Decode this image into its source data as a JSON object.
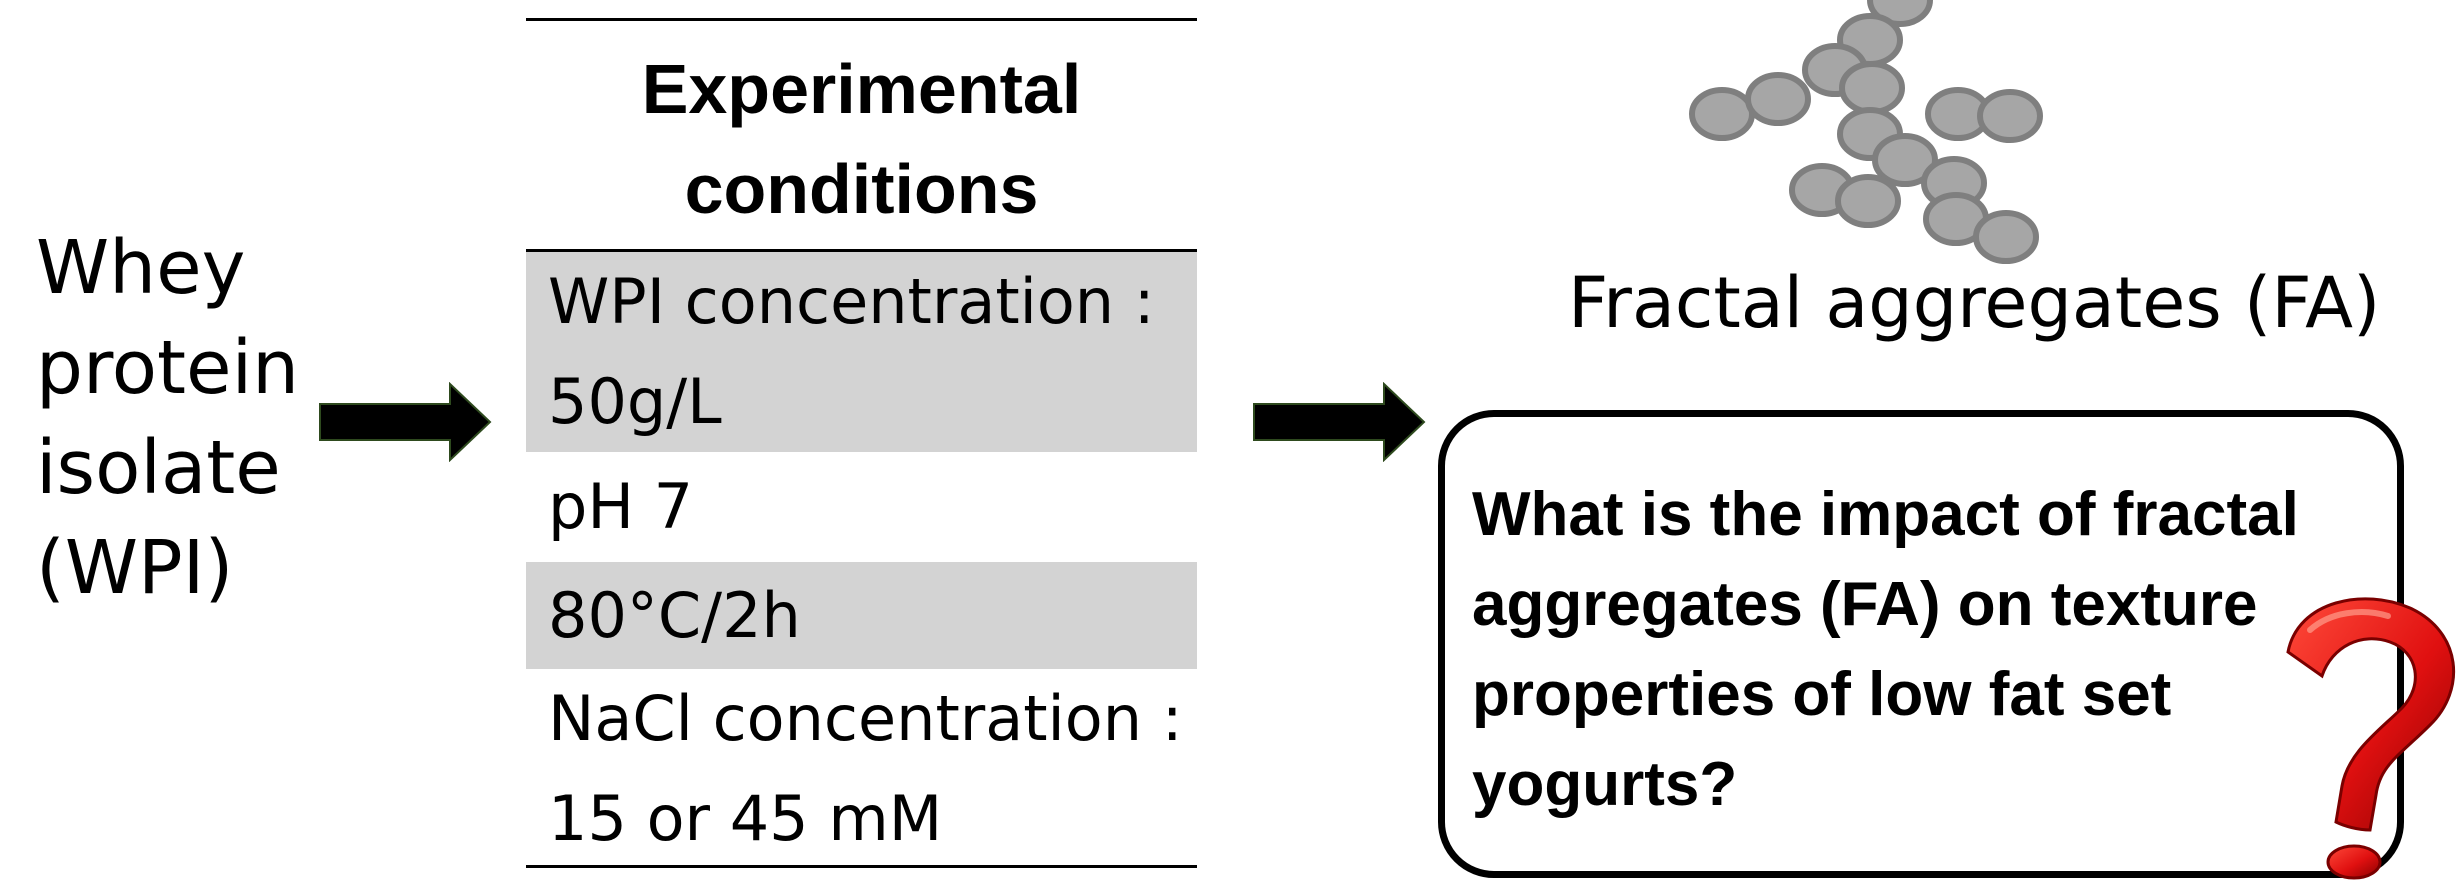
{
  "input": {
    "lines": [
      "Whey",
      "protein",
      "isolate",
      "(WPI)"
    ]
  },
  "table": {
    "title_lines": [
      "Experimental",
      "conditions"
    ],
    "rows": [
      {
        "lines": [
          "WPI concentration :",
          "50g/L"
        ],
        "shaded": true
      },
      {
        "lines": [
          "pH 7"
        ],
        "shaded": false
      },
      {
        "lines": [
          "80°C/2h"
        ],
        "shaded": true
      },
      {
        "lines": [
          "NaCl concentration :",
          "15 or 45 mM"
        ],
        "shaded": false
      }
    ]
  },
  "output": {
    "label": "Fractal aggregates (FA)"
  },
  "question": {
    "lines": [
      "What is the impact of fractal",
      "aggregates (FA) on texture",
      "properties of low fat set",
      "yogurts?"
    ]
  },
  "colors": {
    "particle_fill": "#a6a6a6",
    "particle_stroke": "#7f7f7f",
    "row_shade": "#d3d3d3",
    "question_mark": "#e01010"
  },
  "icons": {
    "arrow": "right-arrow-icon",
    "question": "question-mark-icon"
  }
}
